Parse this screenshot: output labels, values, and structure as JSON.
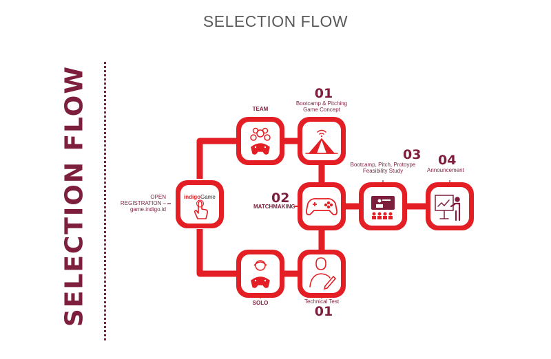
{
  "header": {
    "title": "SELECTION FLOW"
  },
  "side_title": "SELECTION FLOW",
  "colors": {
    "accent": "#e31e24",
    "maroon": "#7d1f3c",
    "text_gray": "#5a5a5a"
  },
  "nodes": {
    "registration": {
      "label_lines": [
        "OPEN",
        "REGISTRATION –",
        "game.indigo.id"
      ],
      "brand_prefix": "indigo",
      "brand_suffix": "Game",
      "icon": "hand-pointer-icon"
    },
    "team": {
      "label": "TEAM",
      "icon": "people-gamepad-icon"
    },
    "solo": {
      "label": "SOLO",
      "icon": "person-gamepad-icon"
    },
    "bootcamp_team": {
      "number": "01",
      "label_lines": [
        "Bootcamp & Pitching",
        "Game Concept"
      ],
      "icon": "tent-wifi-icon"
    },
    "technical_test": {
      "number": "01",
      "label": "Technical Test",
      "icon": "person-pencil-icon"
    },
    "matchmaking": {
      "number": "02",
      "label": "MATCHMAKING",
      "icon": "gamepad-icon"
    },
    "bootcamp_pitch": {
      "number": "03",
      "label_lines": [
        "Bootcamp, Pitch, Protoype",
        "Feasibility Study"
      ],
      "icon": "presentation-audience-icon"
    },
    "announcement": {
      "number": "04",
      "label": "Announcement",
      "icon": "presenter-board-icon"
    }
  }
}
